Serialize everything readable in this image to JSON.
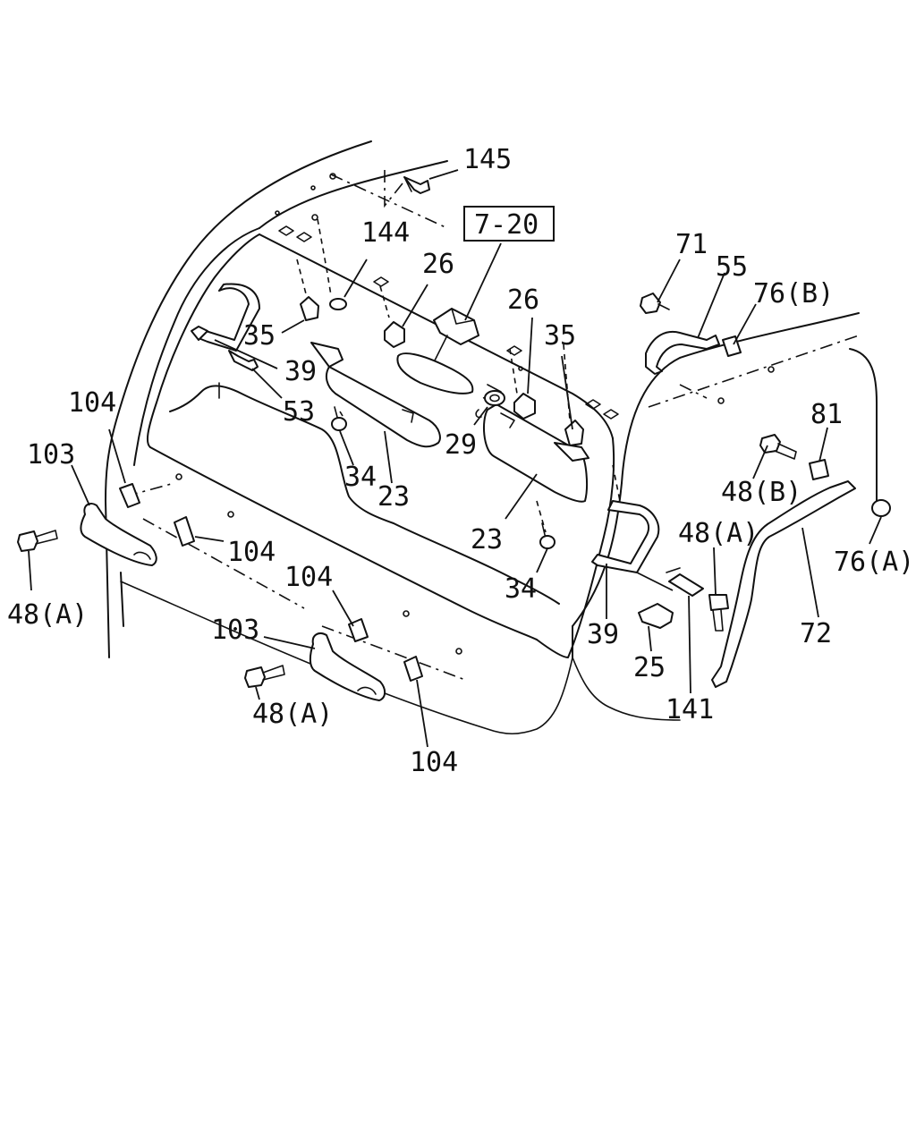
{
  "callouts": {
    "c145": "145",
    "c144": "144",
    "ref_7_20": "7-20",
    "c26a": "26",
    "c26b": "26",
    "c35a": "35",
    "c35b": "35",
    "c39a": "39",
    "c39b": "39",
    "c53": "53",
    "c104a": "104",
    "c104b": "104",
    "c104c": "104",
    "c104d": "104",
    "c103a": "103",
    "c103b": "103",
    "c48a1": "48(A)",
    "c48a2": "48(A)",
    "c48a3": "48(A)",
    "c48b": "48(B)",
    "c34a": "34",
    "c34b": "34",
    "c23a": "23",
    "c23b": "23",
    "c29": "29",
    "c71": "71",
    "c55": "55",
    "c76b": "76(B)",
    "c76a": "76(A)",
    "c81": "81",
    "c72": "72",
    "c25": "25",
    "c141": "141"
  }
}
